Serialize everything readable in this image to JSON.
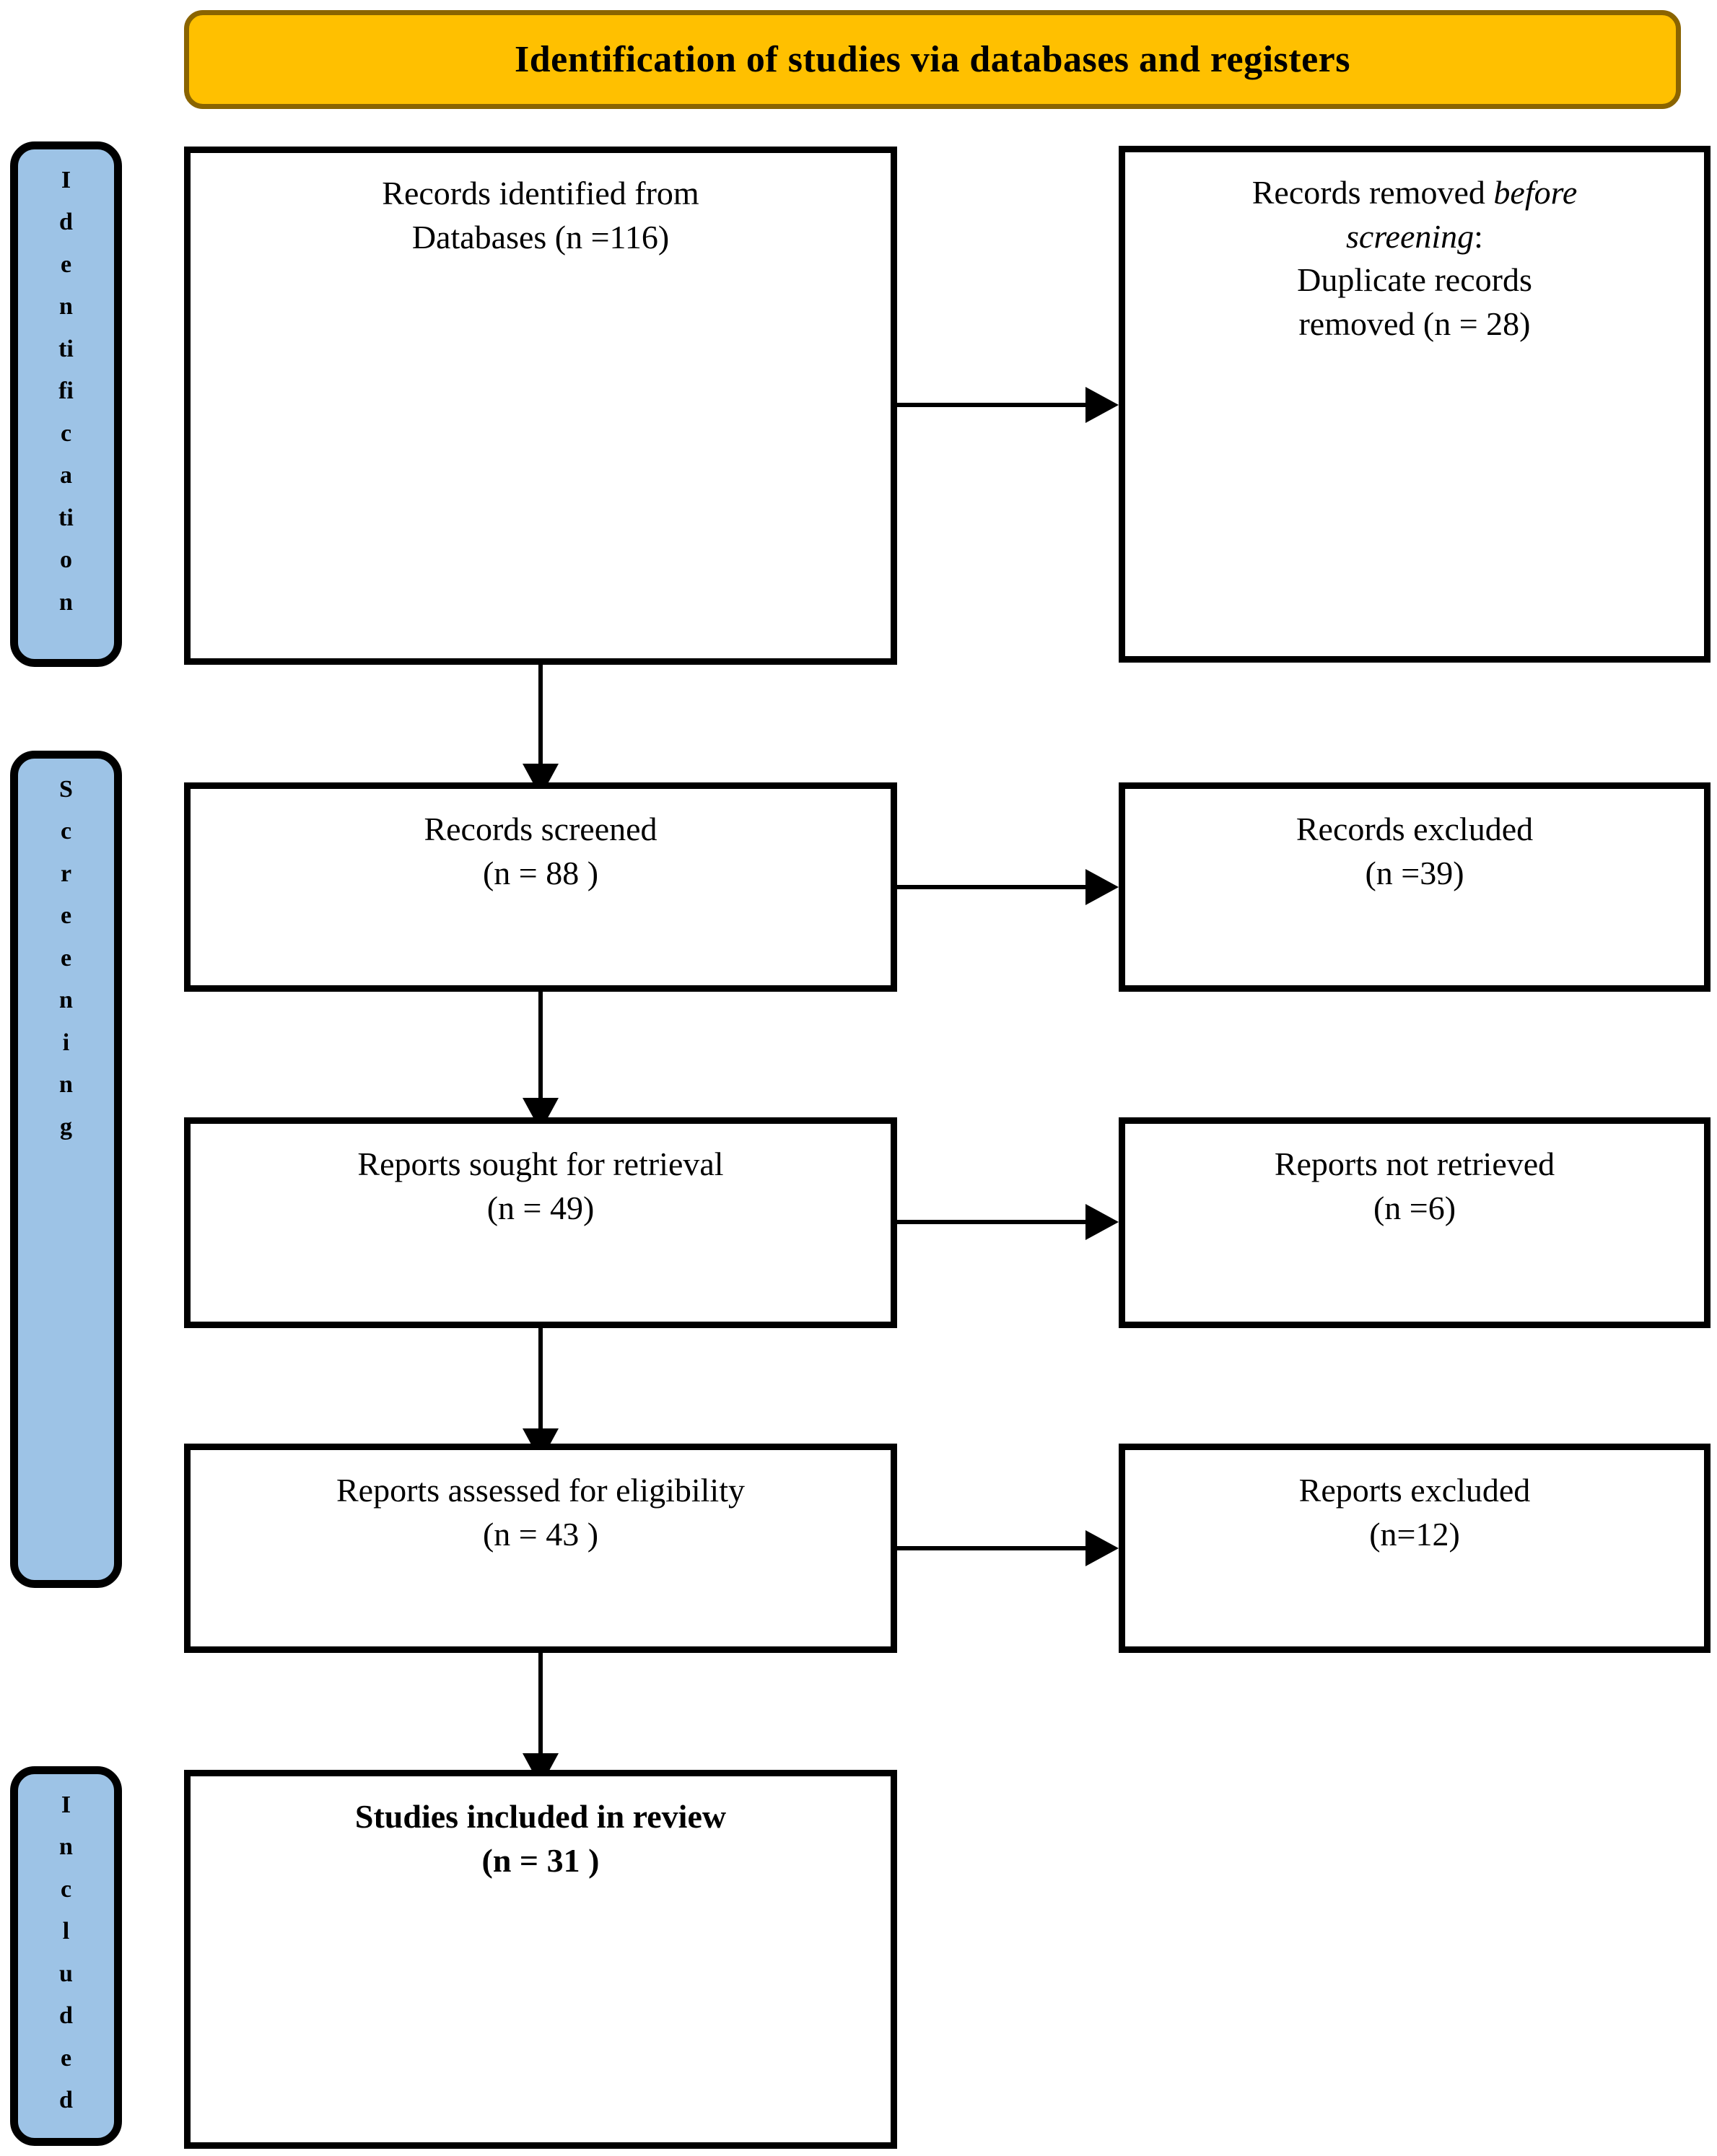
{
  "banner": {
    "title": "Identification of studies via databases and registers"
  },
  "stages": [
    {
      "name": "identification",
      "label": "I\nd\ne\nn\nti\nfi\nc\na\nti\no\nn"
    },
    {
      "name": "screening",
      "label": "S\nc\nr\ne\ne\nn\ni\nn\ng"
    },
    {
      "name": "included",
      "label": "I\nn\nc\nl\nu\nd\ne\nd"
    }
  ],
  "boxes": {
    "identified": {
      "line1": "Records identified from",
      "line2": "Databases (n =116)"
    },
    "removed": {
      "line1_prefix": "Records removed ",
      "line1_italic": "before",
      "line2_italic": "screening",
      "line2_suffix": ":",
      "line3": "Duplicate records",
      "line4": "removed (n = 28)"
    },
    "screened": {
      "line1": "Records screened",
      "line2": "(n = 88 )"
    },
    "excluded_records": {
      "line1": "Records excluded",
      "line2": "(n =39)"
    },
    "sought": {
      "line1": "Reports sought for retrieval",
      "line2": "(n = 49)"
    },
    "not_retrieved": {
      "line1": "Reports not retrieved",
      "line2": "(n =6)"
    },
    "assessed": {
      "line1": "Reports assessed for eligibility",
      "line2": "(n = 43 )"
    },
    "reports_excluded": {
      "line1": "Reports excluded",
      "line2": "(n=12)"
    },
    "included": {
      "line1": "Studies included  in review",
      "line2": "(n = 31 )"
    }
  },
  "flow_data": {
    "type": "prisma-flow-diagram",
    "identified_databases": 116,
    "duplicates_removed": 28,
    "records_screened": 88,
    "records_excluded": 39,
    "reports_sought": 49,
    "reports_not_retrieved": 6,
    "reports_assessed": 43,
    "reports_excluded": 12,
    "studies_included": 31
  },
  "colors": {
    "banner_fill": "#FFC000",
    "banner_border": "#8A6400",
    "stage_fill": "#9DC3E6",
    "stroke": "#000000",
    "box_fill": "#FFFFFF"
  }
}
